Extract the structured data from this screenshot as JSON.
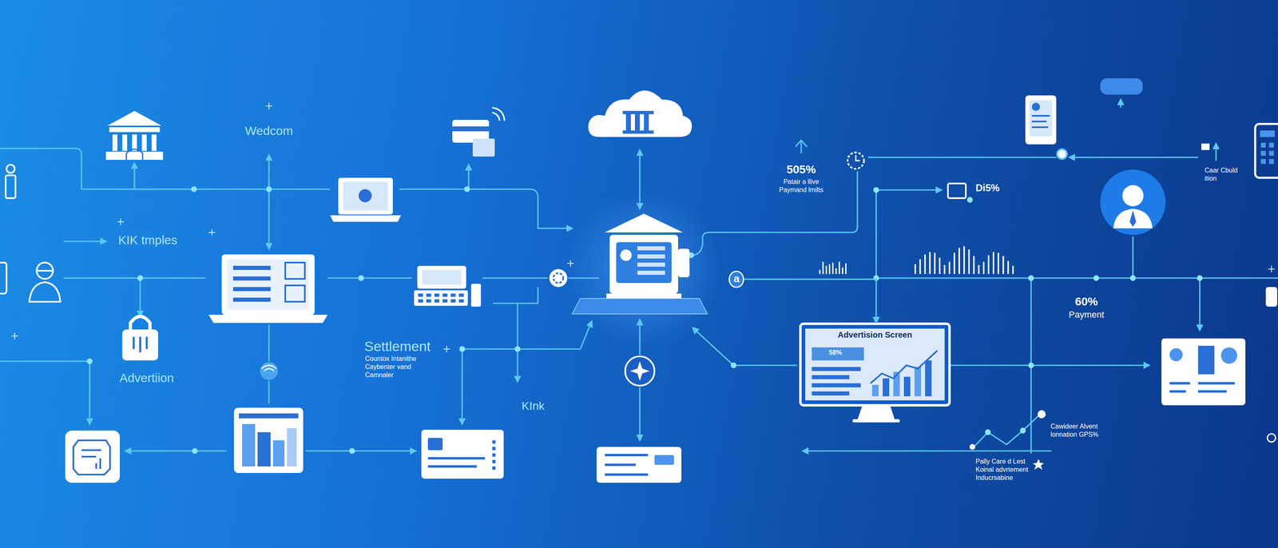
{
  "diagram": {
    "nodes": [
      {
        "text": [
          "a"
        ]
      },
      {
        "text": [
          "Advertision Screen",
          "58%"
        ]
      }
    ],
    "edges": [
      {
        "from": 0,
        "to": 1,
        "arrow": "to"
      }
    ],
    "labels": [
      "Wedcom",
      "KIK tmples",
      "Advertiion",
      "Settlement",
      "Countox Intanithe Caybenter vand Camnaler",
      "KInk",
      "505%",
      "Patair a llive Paymand lmilts",
      "Di5%",
      "Caar Cbuld ition",
      "60%",
      "Payment",
      "Cawideer Alvent lonnation GPS%",
      "Pally Care d Lest Koinal advrtement Inducrsabine"
    ]
  }
}
